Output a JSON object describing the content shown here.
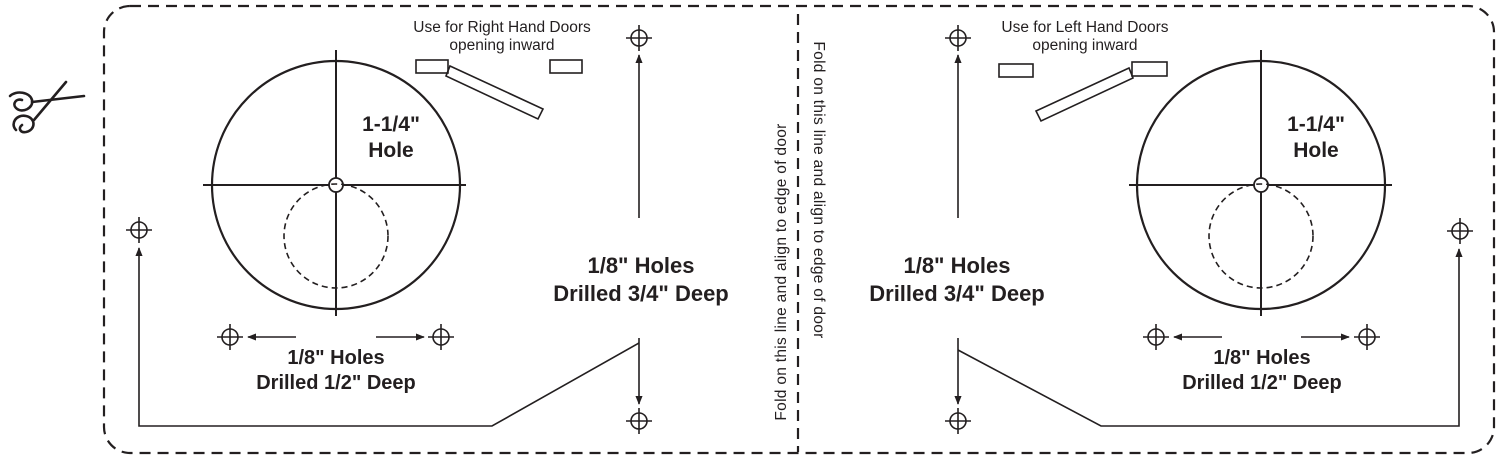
{
  "template": {
    "right_panel": {
      "door_note_line1": "Use for Right Hand Doors",
      "door_note_line2": "opening inward",
      "big_hole_line1": "1-1/4\"",
      "big_hole_line2": "Hole",
      "small_holes_line1": "1/8\" Holes",
      "small_holes_line2": "Drilled 1/2\" Deep",
      "deep_holes_line1": "1/8\" Holes",
      "deep_holes_line2": "Drilled 3/4\" Deep"
    },
    "left_panel": {
      "door_note_line1": "Use for Left Hand Doors",
      "door_note_line2": "opening inward",
      "big_hole_line1": "1-1/4\"",
      "big_hole_line2": "Hole",
      "small_holes_line1": "1/8\" Holes",
      "small_holes_line2": "Drilled 1/2\" Deep",
      "deep_holes_line1": "1/8\" Holes",
      "deep_holes_line2": "Drilled 3/4\" Deep"
    },
    "fold_text": "Fold on this line and align to edge of door",
    "icons": {
      "scissors": "scissors-icon",
      "crosshair": "crosshair-icon"
    },
    "colors": {
      "ink": "#231f20",
      "background": "#ffffff"
    }
  }
}
